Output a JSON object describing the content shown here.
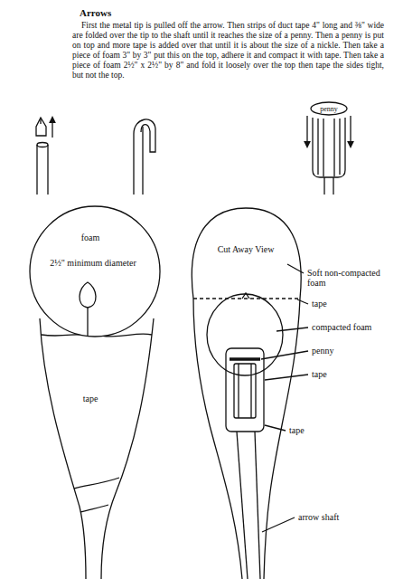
{
  "diagram": {
    "title": "Arrows",
    "labels": [
      "First the metal tip is pulled off the arrow. Then strips of duct tape 4\" long and ⅜\" wide are folded over the tip to the shaft until it reaches the size of a penny. Then a penny is put on top and more tape is added over that until it is about the size of a nickle. Then take a piece of foam 3\" by 3\" put this on the top, adhere it and compact it with tape. Then take a piece of foam 2½\" x 2½\" by 8\" and fold it loosely over the top then tape the sides tight, but not the top.",
      "penny",
      "foam",
      "2½\" minimum diameter",
      "tape",
      "Cut Away View",
      "Soft non-compacted foam",
      "tape",
      "compacted foam",
      "penny",
      "tape",
      "tape",
      "arrow shaft"
    ]
  }
}
